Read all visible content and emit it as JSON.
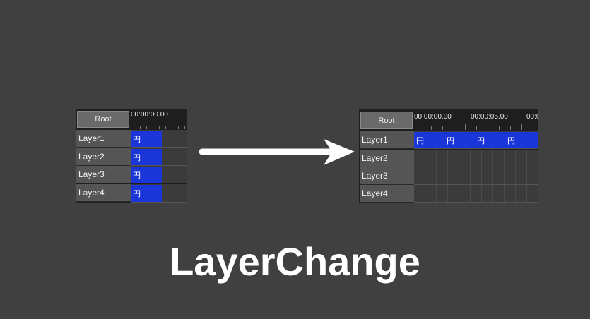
{
  "before": {
    "root_label": "Root",
    "time_labels": [
      "00:00:00.00"
    ],
    "layers": [
      {
        "label": "Layer1",
        "clip": "円"
      },
      {
        "label": "Layer2",
        "clip": "円"
      },
      {
        "label": "Layer3",
        "clip": "円"
      },
      {
        "label": "Layer4",
        "clip": "円"
      }
    ]
  },
  "after": {
    "root_label": "Root",
    "time_labels": [
      "00:00:00.00",
      "00:00:05.00",
      "00:0"
    ],
    "layers": [
      {
        "label": "Layer1",
        "clips": [
          "円",
          "円",
          "円",
          "円"
        ]
      },
      {
        "label": "Layer2",
        "clips": []
      },
      {
        "label": "Layer3",
        "clips": []
      },
      {
        "label": "Layer4",
        "clips": []
      }
    ]
  },
  "title": "LayerChange",
  "colors": {
    "background": "#404040",
    "clip": "#1a35d8",
    "arrow": "#ffffff"
  }
}
